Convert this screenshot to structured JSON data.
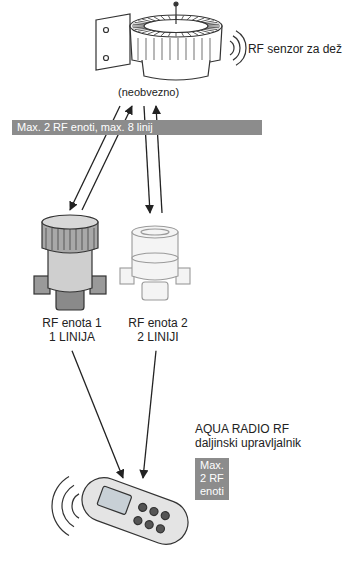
{
  "diagram": {
    "nodes": [
      {
        "text": [
          "RF senzor za dež",
          "(neobvezno)"
        ]
      },
      {
        "text": [
          "RF enota 1 1 LINIJA"
        ]
      },
      {
        "text": [
          "RF enota 2 2 LINIJI"
        ]
      },
      {
        "text": [
          "AQUA RADIO RF daljinski upravljalnik",
          "Max. 2 RF enoti"
        ]
      }
    ],
    "edges": [
      {
        "from": 0,
        "to": 1,
        "arrow": "both"
      },
      {
        "from": 0,
        "to": 2,
        "arrow": "both"
      },
      {
        "from": 1,
        "to": 3,
        "arrow": "to"
      },
      {
        "from": 2,
        "to": 3,
        "arrow": "to"
      }
    ],
    "labels": [
      "Max. 2 RF enoti, max. 8 linij"
    ]
  }
}
